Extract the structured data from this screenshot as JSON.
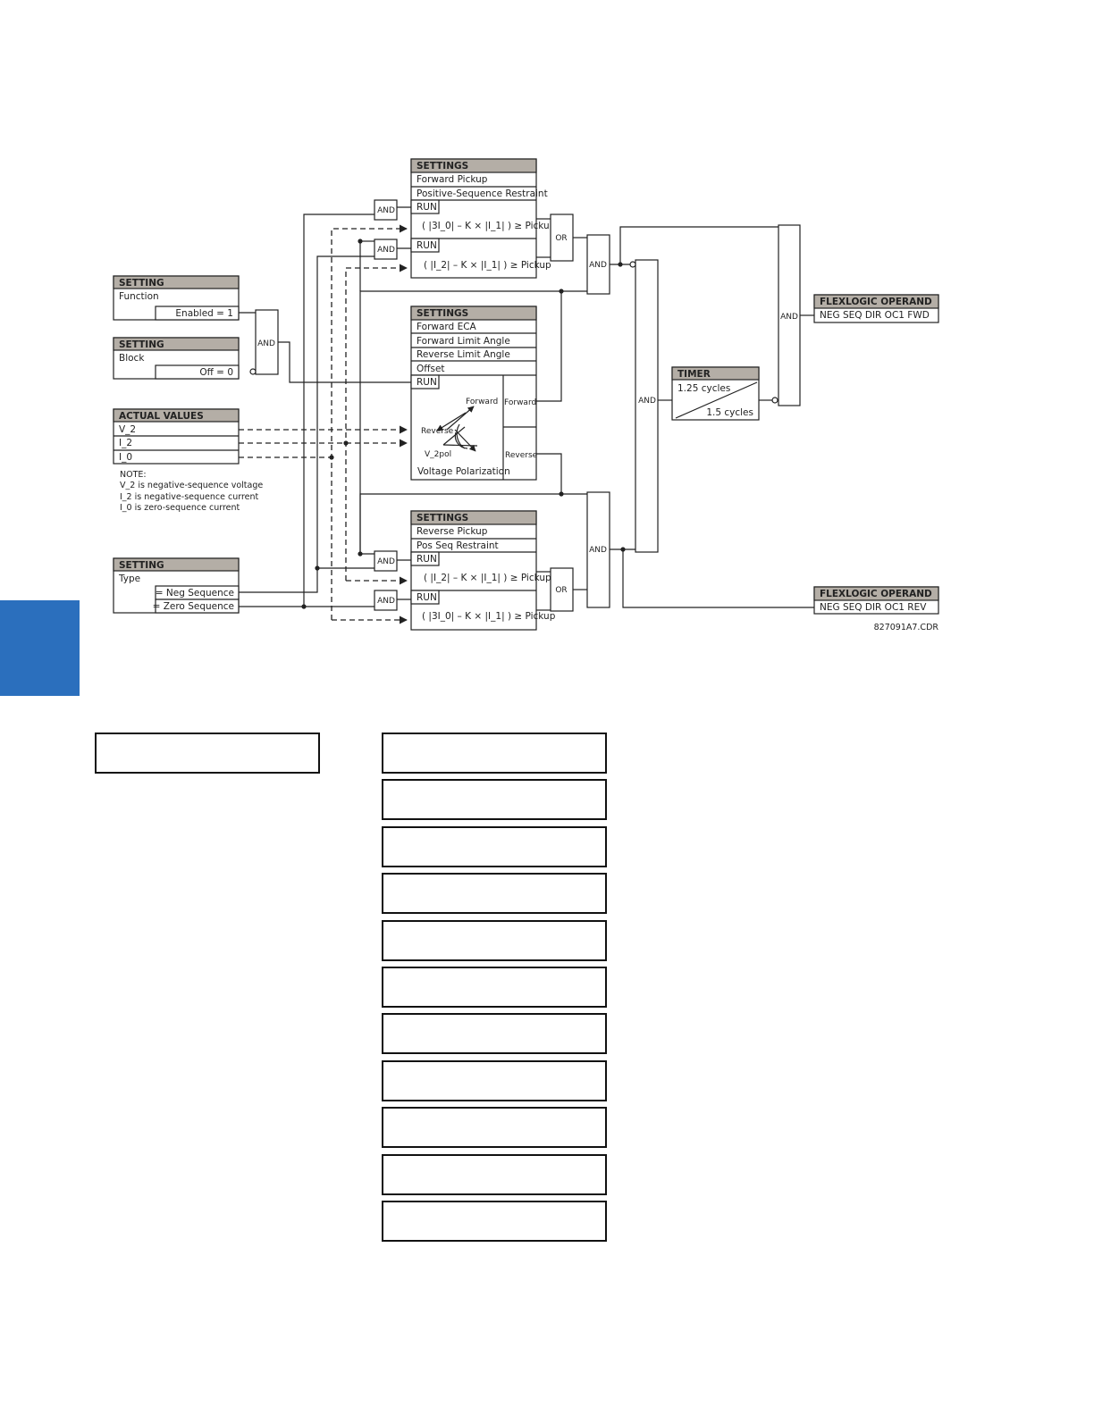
{
  "diagram": {
    "settings_fwd": {
      "header": "SETTINGS",
      "row1": "Forward Pickup",
      "row2": "Positive-Sequence Restraint",
      "run1": "RUN",
      "expr1": "( |3I_0| – K × |I_1| ) ≥ Pickup",
      "run2": "RUN",
      "expr2": "( |I_2| – K × |I_1| ) ≥ Pickup"
    },
    "settings_eca": {
      "header": "SETTINGS",
      "row1": "Forward ECA",
      "row2": "Forward Limit Angle",
      "row3": "Reverse Limit Angle",
      "row4": "Offset",
      "run": "RUN",
      "forward_arc": "Forward",
      "reverse_arc": "Reverse",
      "vpol": "V_2pol",
      "caption": "Voltage Polarization",
      "out_forward": "Forward",
      "out_reverse": "Reverse"
    },
    "settings_rev": {
      "header": "SETTINGS",
      "row1": "Reverse Pickup",
      "row2": "Pos Seq Restraint",
      "run1": "RUN",
      "expr1": "( |I_2| – K × |I_1| ) ≥ Pickup",
      "run2": "RUN",
      "expr2": "( |3I_0| – K × |I_1| ) ≥ Pickup"
    },
    "setting_function": {
      "header": "SETTING",
      "label": "Function",
      "value": "Enabled = 1"
    },
    "setting_block": {
      "header": "SETTING",
      "label": "Block",
      "value": "Off = 0"
    },
    "actual_values": {
      "header": "ACTUAL VALUES",
      "rows": [
        "V_2",
        "I_2",
        "I_0"
      ]
    },
    "note": {
      "title": "NOTE:",
      "lines": [
        "V_2 is negative-sequence voltage",
        "I_2 is negative-sequence current",
        "I_0 is zero-sequence current"
      ]
    },
    "setting_type": {
      "header": "SETTING",
      "label": "Type",
      "opt1": "= Neg Sequence",
      "opt2": "= Zero Sequence"
    },
    "timer": {
      "header": "TIMER",
      "pickup": "1.25 cycles",
      "dropout": "1.5 cycles"
    },
    "flex_fwd": {
      "header": "FLEXLOGIC OPERAND",
      "value": "NEG SEQ DIR OC1 FWD"
    },
    "flex_rev": {
      "header": "FLEXLOGIC OPERAND",
      "value": "NEG SEQ DIR OC1 REV"
    },
    "gates": {
      "and": "AND",
      "or": "OR"
    },
    "file_id": "827091A7.CDR"
  }
}
